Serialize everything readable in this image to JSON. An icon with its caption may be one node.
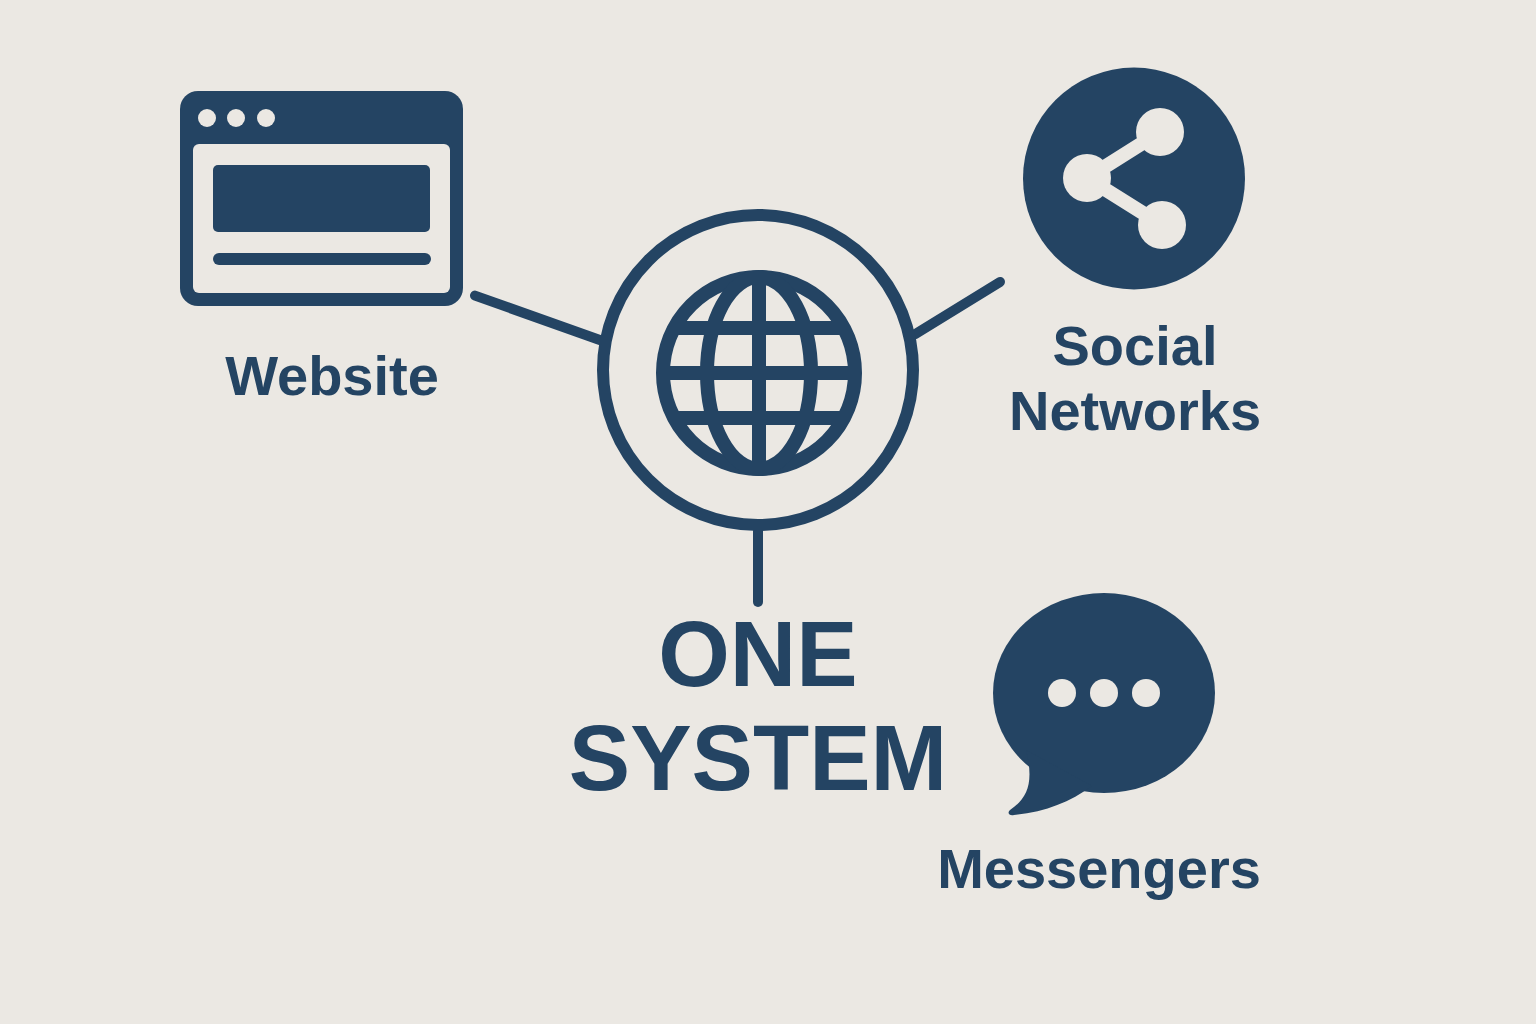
{
  "diagram": {
    "nodes": [
      {
        "text": [
          "Website"
        ]
      },
      {
        "text": [
          "Social Networks"
        ]
      },
      {
        "text": [],
        "shape": "circle"
      },
      {
        "text": [
          "ONE SYSTEM"
        ]
      },
      {
        "text": [
          "Messengers"
        ]
      }
    ],
    "edges": [
      {
        "from": 2,
        "to": 0,
        "arrow": "none"
      },
      {
        "from": 2,
        "to": 1,
        "arrow": "none"
      },
      {
        "from": 2,
        "to": 3,
        "arrow": "none"
      }
    ]
  }
}
